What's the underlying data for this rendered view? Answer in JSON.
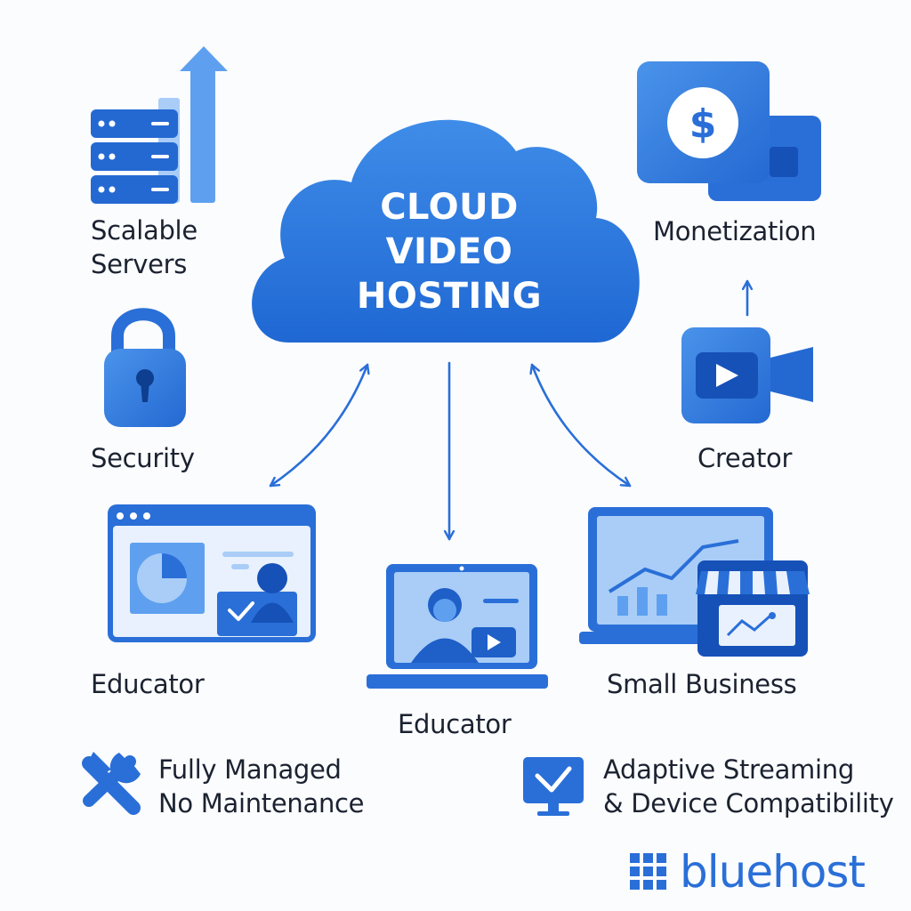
{
  "cloud": {
    "line1": "CLOUD",
    "line2": "VIDEO",
    "line3": "HOSTING"
  },
  "nodes": {
    "scalable_servers": {
      "line1": "Scalable",
      "line2": "Servers",
      "icon": "server-growth-icon"
    },
    "security": {
      "label": "Security",
      "icon": "padlock-icon"
    },
    "monetization": {
      "label": "Monetization",
      "icon": "dollar-icon"
    },
    "creator": {
      "label": "Creator",
      "icon": "video-camera-icon"
    },
    "educator_left": {
      "label": "Educator",
      "icon": "browser-presentation-icon"
    },
    "educator_center": {
      "label": "Educator",
      "icon": "laptop-video-icon"
    },
    "small_business": {
      "label": "Small Business",
      "icon": "laptop-storefront-icon"
    }
  },
  "features": {
    "managed": {
      "line1": "Fully Managed",
      "line2": "No Maintenance",
      "icon": "tools-icon"
    },
    "streaming": {
      "line1": "Adaptive Streaming",
      "line2": "& Device Compatibility",
      "icon": "monitor-check-icon"
    }
  },
  "brand": {
    "name": "bluehost",
    "icon": "grid-logo-icon"
  },
  "colors": {
    "primary": "#2a6fd8",
    "light": "#5ea0ef",
    "dark": "#1651b8",
    "pale": "#a9cdf7"
  }
}
